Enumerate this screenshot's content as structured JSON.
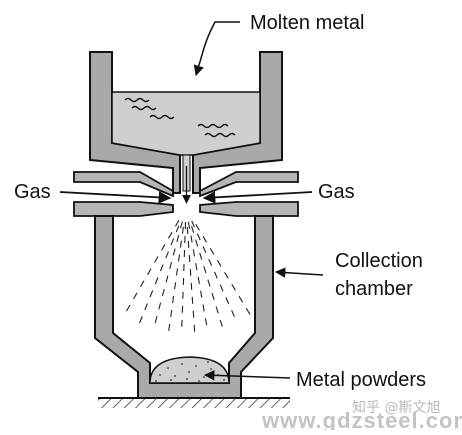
{
  "labels": {
    "molten_metal": "Molten metal",
    "gas_left": "Gas",
    "gas_right": "Gas",
    "collection_line1": "Collection",
    "collection_line2": "chamber",
    "metal_powders": "Metal powders"
  },
  "watermark": {
    "author": "知乎 @斯文旭",
    "site": "www.gdzsteel.com"
  },
  "colors": {
    "wall_fill": "#a9a9a9",
    "wall_stroke": "#111111",
    "molten_fill": "#cfcfcf",
    "plate_fill": "#b5b5b5"
  }
}
